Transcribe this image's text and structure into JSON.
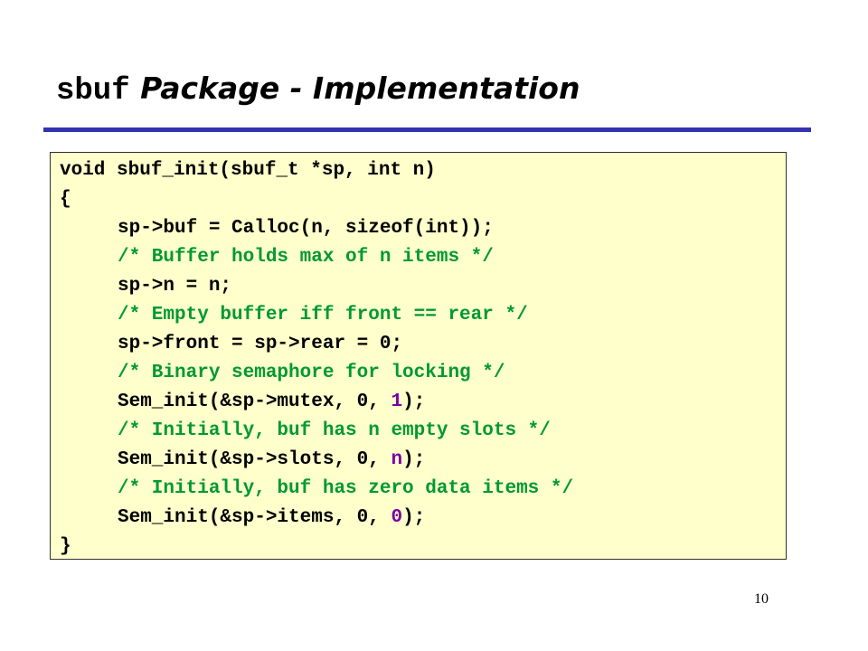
{
  "slide": {
    "title_code": "sbuf",
    "title_text": " Package - Implementation",
    "page_number": "10"
  },
  "code": {
    "line1": "void sbuf_init(sbuf_t *sp, int n)",
    "line2": "{",
    "line3": "sp->buf = Calloc(n, sizeof(int));",
    "line4": "/* Buffer holds max of n items */",
    "line5": "sp->n = n;",
    "line6": "/* Empty buffer iff front == rear */",
    "line7": "sp->front = sp->rear = 0;",
    "line8": "/* Binary semaphore for locking */",
    "line9_pre": "Sem_init(&sp->mutex, 0, ",
    "line9_num": "1",
    "line9_post": ");",
    "line10": "/* Initially, buf has n empty slots */",
    "line11_pre": "Sem_init(&sp->slots, 0, ",
    "line11_num": "n",
    "line11_post": ");",
    "line12": "/* Initially, buf has zero data items */",
    "line13_pre": "Sem_init(&sp->items, 0, ",
    "line13_num": "0",
    "line13_post": ");",
    "line14": "}"
  },
  "colors": {
    "title_rule": "#3333b2",
    "code_background": "#ffffcc",
    "comment": "#009933",
    "literal": "#7b00a3"
  }
}
